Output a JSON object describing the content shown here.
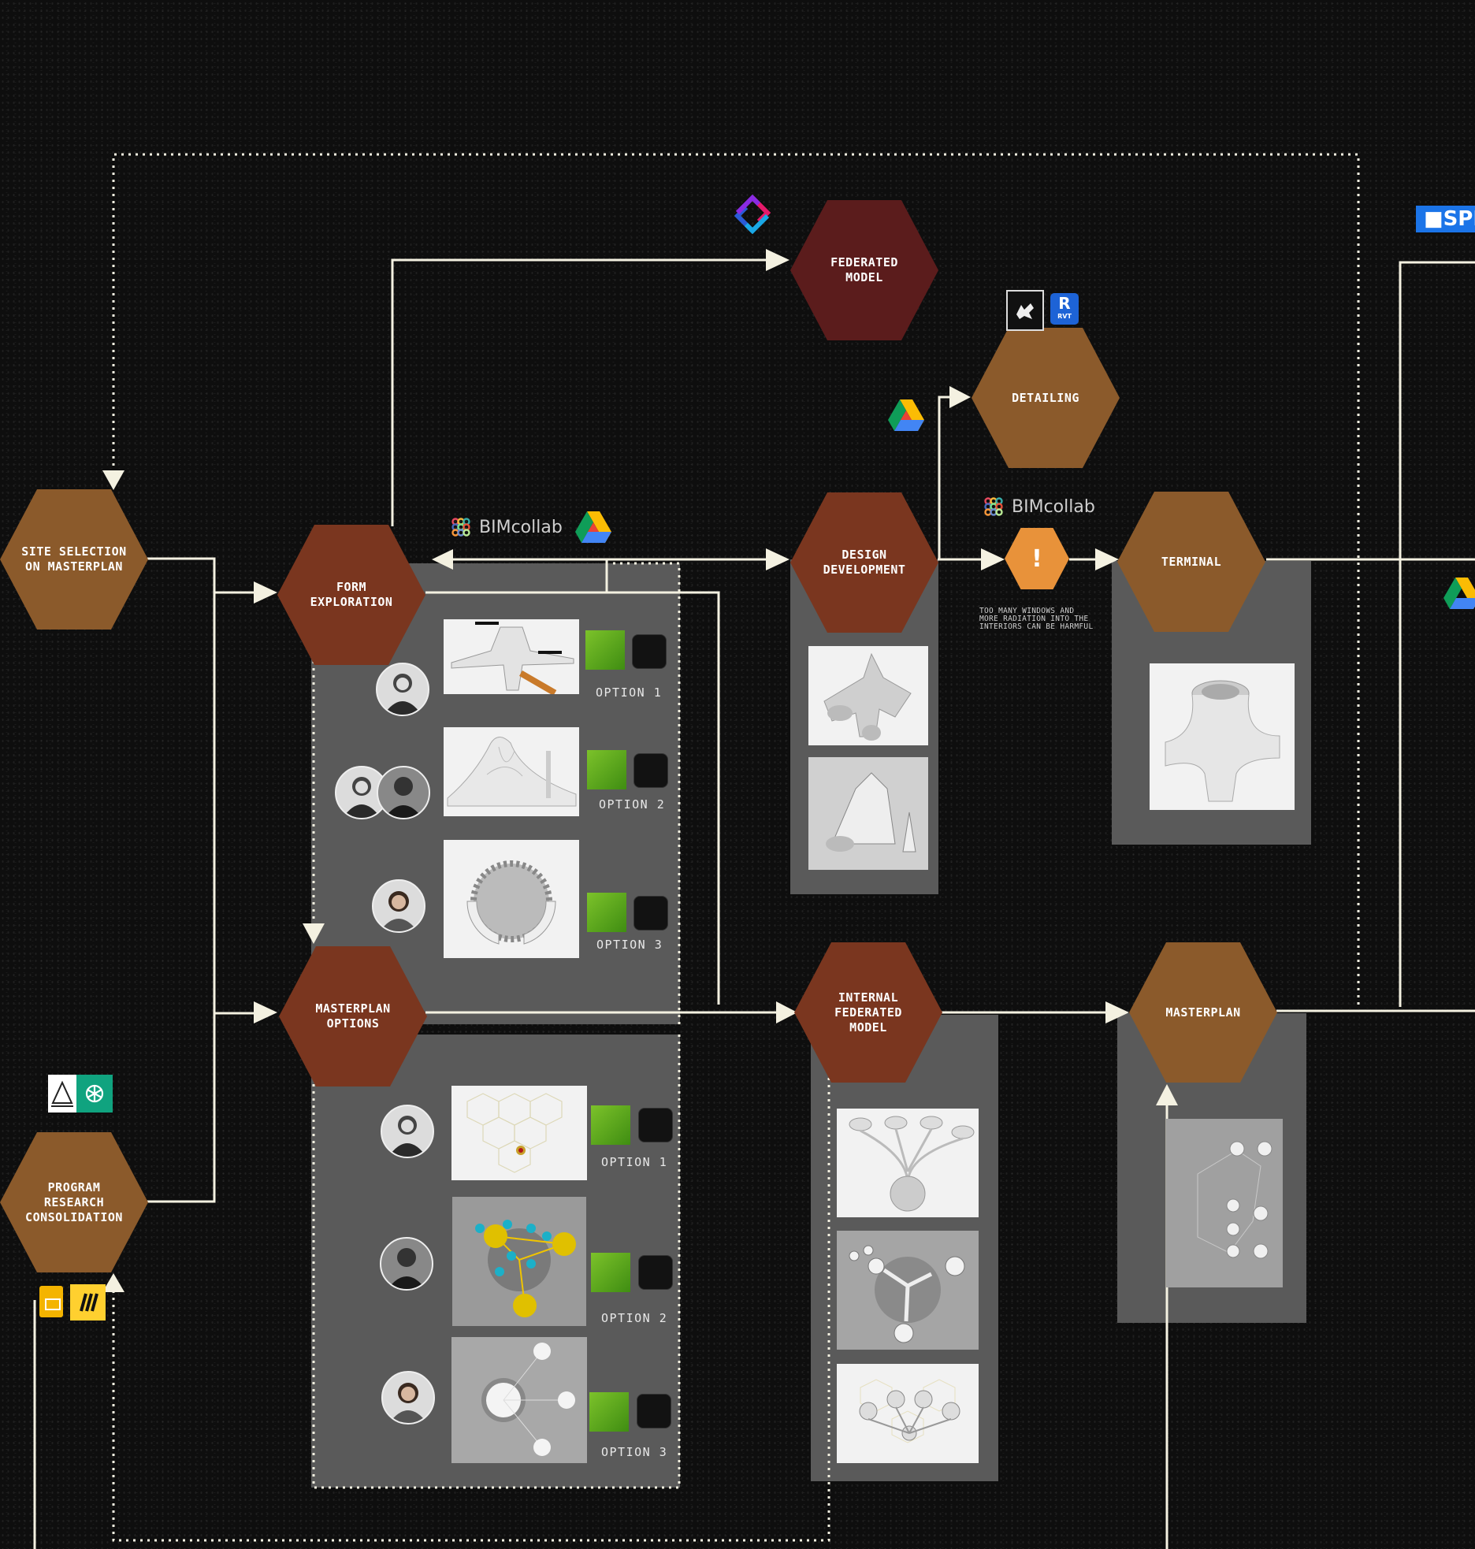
{
  "nodes": {
    "site_selection": "SITE SELECTION ON MASTERPLAN",
    "program_research": "PROGRAM RESEARCH CONSOLIDATION",
    "form_exploration": "FORM EXPLORATION",
    "masterplan_options": "MASTERPLAN OPTIONS",
    "federated_model": "FEDERATED MODEL",
    "design_development": "DESIGN DEVELOPMENT",
    "detailing": "DETAILING",
    "terminal": "TERMINAL",
    "internal_federated_model": "INTERNAL FEDERATED MODEL",
    "masterplan": "MASTERPLAN",
    "warning": "!"
  },
  "warning_note": "TOO MANY WINDOWS AND MORE RADIATION INTO THE INTERIORS CAN BE HARMFUL",
  "bimcollab_label": "BIMcollab",
  "speckle_label": "SPE",
  "revit_label": "R",
  "revit_sub": "RVT",
  "form_options": [
    "OPTION 1",
    "OPTION 2",
    "OPTION 3"
  ],
  "masterplan_option_labels": [
    "OPTION 1",
    "OPTION 2",
    "OPTION 3"
  ],
  "colors": {
    "tan": "#8b5a2b",
    "rust": "#7a361f",
    "dark_red": "#5b1c1c",
    "warning": "#e8923a",
    "panel": "#5a5a5a",
    "wire": "#f4f1e1"
  },
  "icons": [
    "ifc-icon",
    "google-drive-icon",
    "rhino-icon",
    "revit-icon",
    "bimcollab-icon",
    "grasshopper-icon",
    "midjourney-icon",
    "chatgpt-icon",
    "google-slides-icon",
    "miro-icon",
    "speckle-icon"
  ]
}
